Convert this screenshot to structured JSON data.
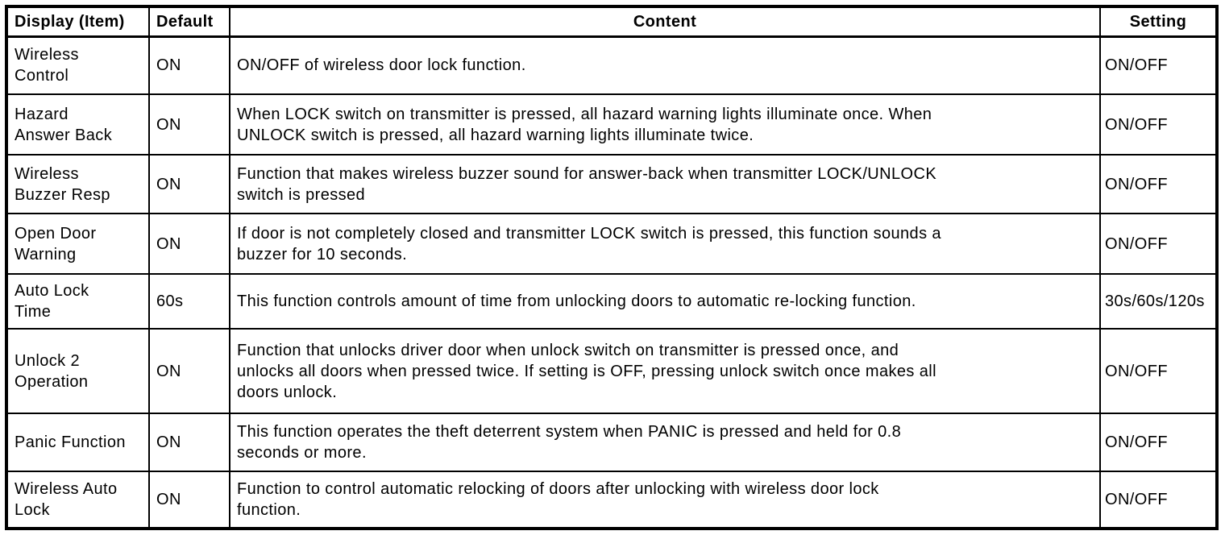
{
  "page": {
    "background_color": "#ffffff",
    "text_color": "#000000",
    "border_color": "#000000"
  },
  "table": {
    "columns": [
      {
        "key": "item",
        "label": "Display (Item)"
      },
      {
        "key": "default",
        "label": "Default"
      },
      {
        "key": "content",
        "label": "Content"
      },
      {
        "key": "setting",
        "label": "Setting"
      }
    ],
    "rows": [
      {
        "item": "Wireless\nControl",
        "default": "ON",
        "content": "ON/OFF of wireless door lock function.",
        "setting": "ON/OFF"
      },
      {
        "item": "Hazard\nAnswer Back",
        "default": "ON",
        "content": "When LOCK switch on transmitter is pressed, all hazard warning lights illuminate once. When\nUNLOCK switch is pressed, all hazard warning lights illuminate twice.",
        "setting": "ON/OFF"
      },
      {
        "item": "Wireless\nBuzzer Resp",
        "default": "ON",
        "content": "Function that makes wireless buzzer sound for answer-back when transmitter LOCK/UNLOCK\nswitch is pressed",
        "setting": "ON/OFF"
      },
      {
        "item": "Open Door\nWarning",
        "default": "ON",
        "content": "If door is not completely closed and transmitter LOCK switch is pressed, this function sounds a\nbuzzer for 10 seconds.",
        "setting": "ON/OFF"
      },
      {
        "item": "Auto Lock\nTime",
        "default": "60s",
        "content": "This function controls amount of time from unlocking doors to automatic re-locking function.",
        "setting": "30s/60s/120s"
      },
      {
        "item": "Unlock 2\nOperation",
        "default": "ON",
        "content": "Function that unlocks driver door when unlock switch on transmitter is pressed once, and\nunlocks all doors when pressed twice. If setting is OFF, pressing unlock switch once makes all\ndoors unlock.",
        "setting": "ON/OFF"
      },
      {
        "item": "Panic Function",
        "default": "ON",
        "content": "This function operates the theft deterrent system when PANIC is pressed and held for 0.8\nseconds or more.",
        "setting": "ON/OFF"
      },
      {
        "item": "Wireless Auto\nLock",
        "default": "ON",
        "content": "Function to control automatic relocking of doors after unlocking with wireless door lock\nfunction.",
        "setting": "ON/OFF"
      }
    ]
  }
}
